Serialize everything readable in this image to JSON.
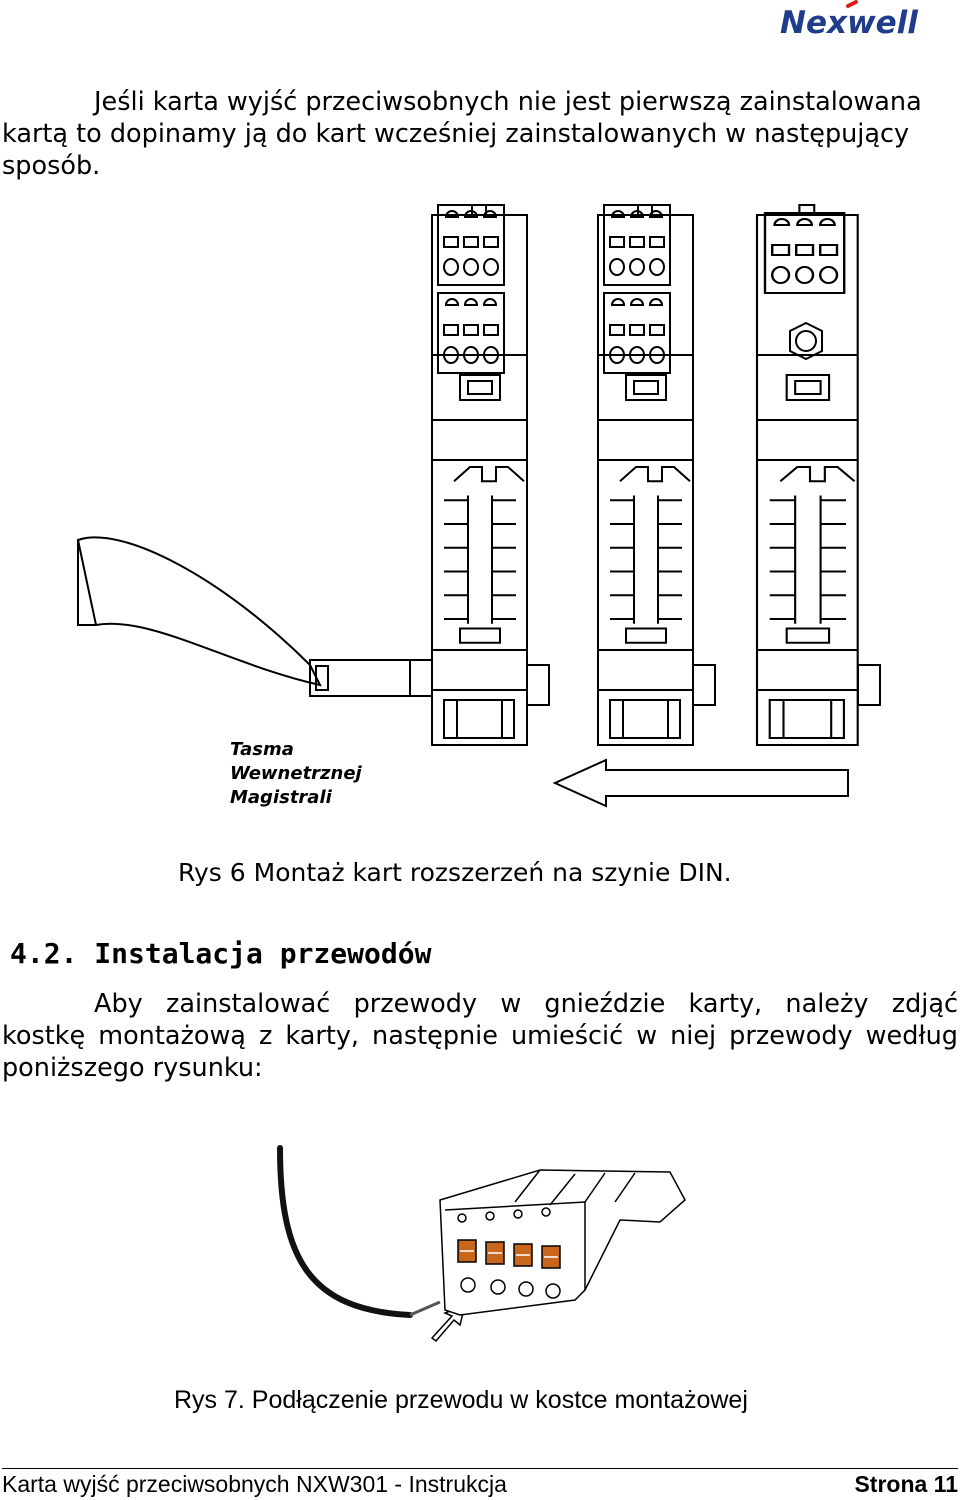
{
  "header": {
    "logo_text": "Nexwell",
    "logo_color": "#1f3d8a",
    "logo_accent_color": "#d91e18"
  },
  "intro": {
    "line1": "Jeśli karta wyjść przeciwsobnych nie jest pierwszą zainstalowana",
    "line2": "kartą to dopinamy ją do kart wcześniej zainstalowanych w następujący",
    "line3": "sposób."
  },
  "figure6": {
    "label_lines": [
      "Tasma",
      "Wewnetrznej",
      "Magistrali"
    ],
    "caption": "Rys 6 Montaż kart rozszerzeń na szynie DIN."
  },
  "section": {
    "title": "4.2. Instalacja przewodów",
    "line1": "Aby zainstalować przewody w gnieździe karty, należy zdjąć",
    "line2": "kostkę montażową z karty, następnie umieścić w niej przewody według",
    "line3": "poniższego rysunku:"
  },
  "figure7": {
    "caption": "Rys 7. Podłączenie przewodu w kostce montażowej",
    "terminal_color": "#c8661e"
  },
  "footer": {
    "left": "Karta wyjść przeciwsobnych  NXW301 - Instrukcja",
    "right": "Strona 11"
  }
}
